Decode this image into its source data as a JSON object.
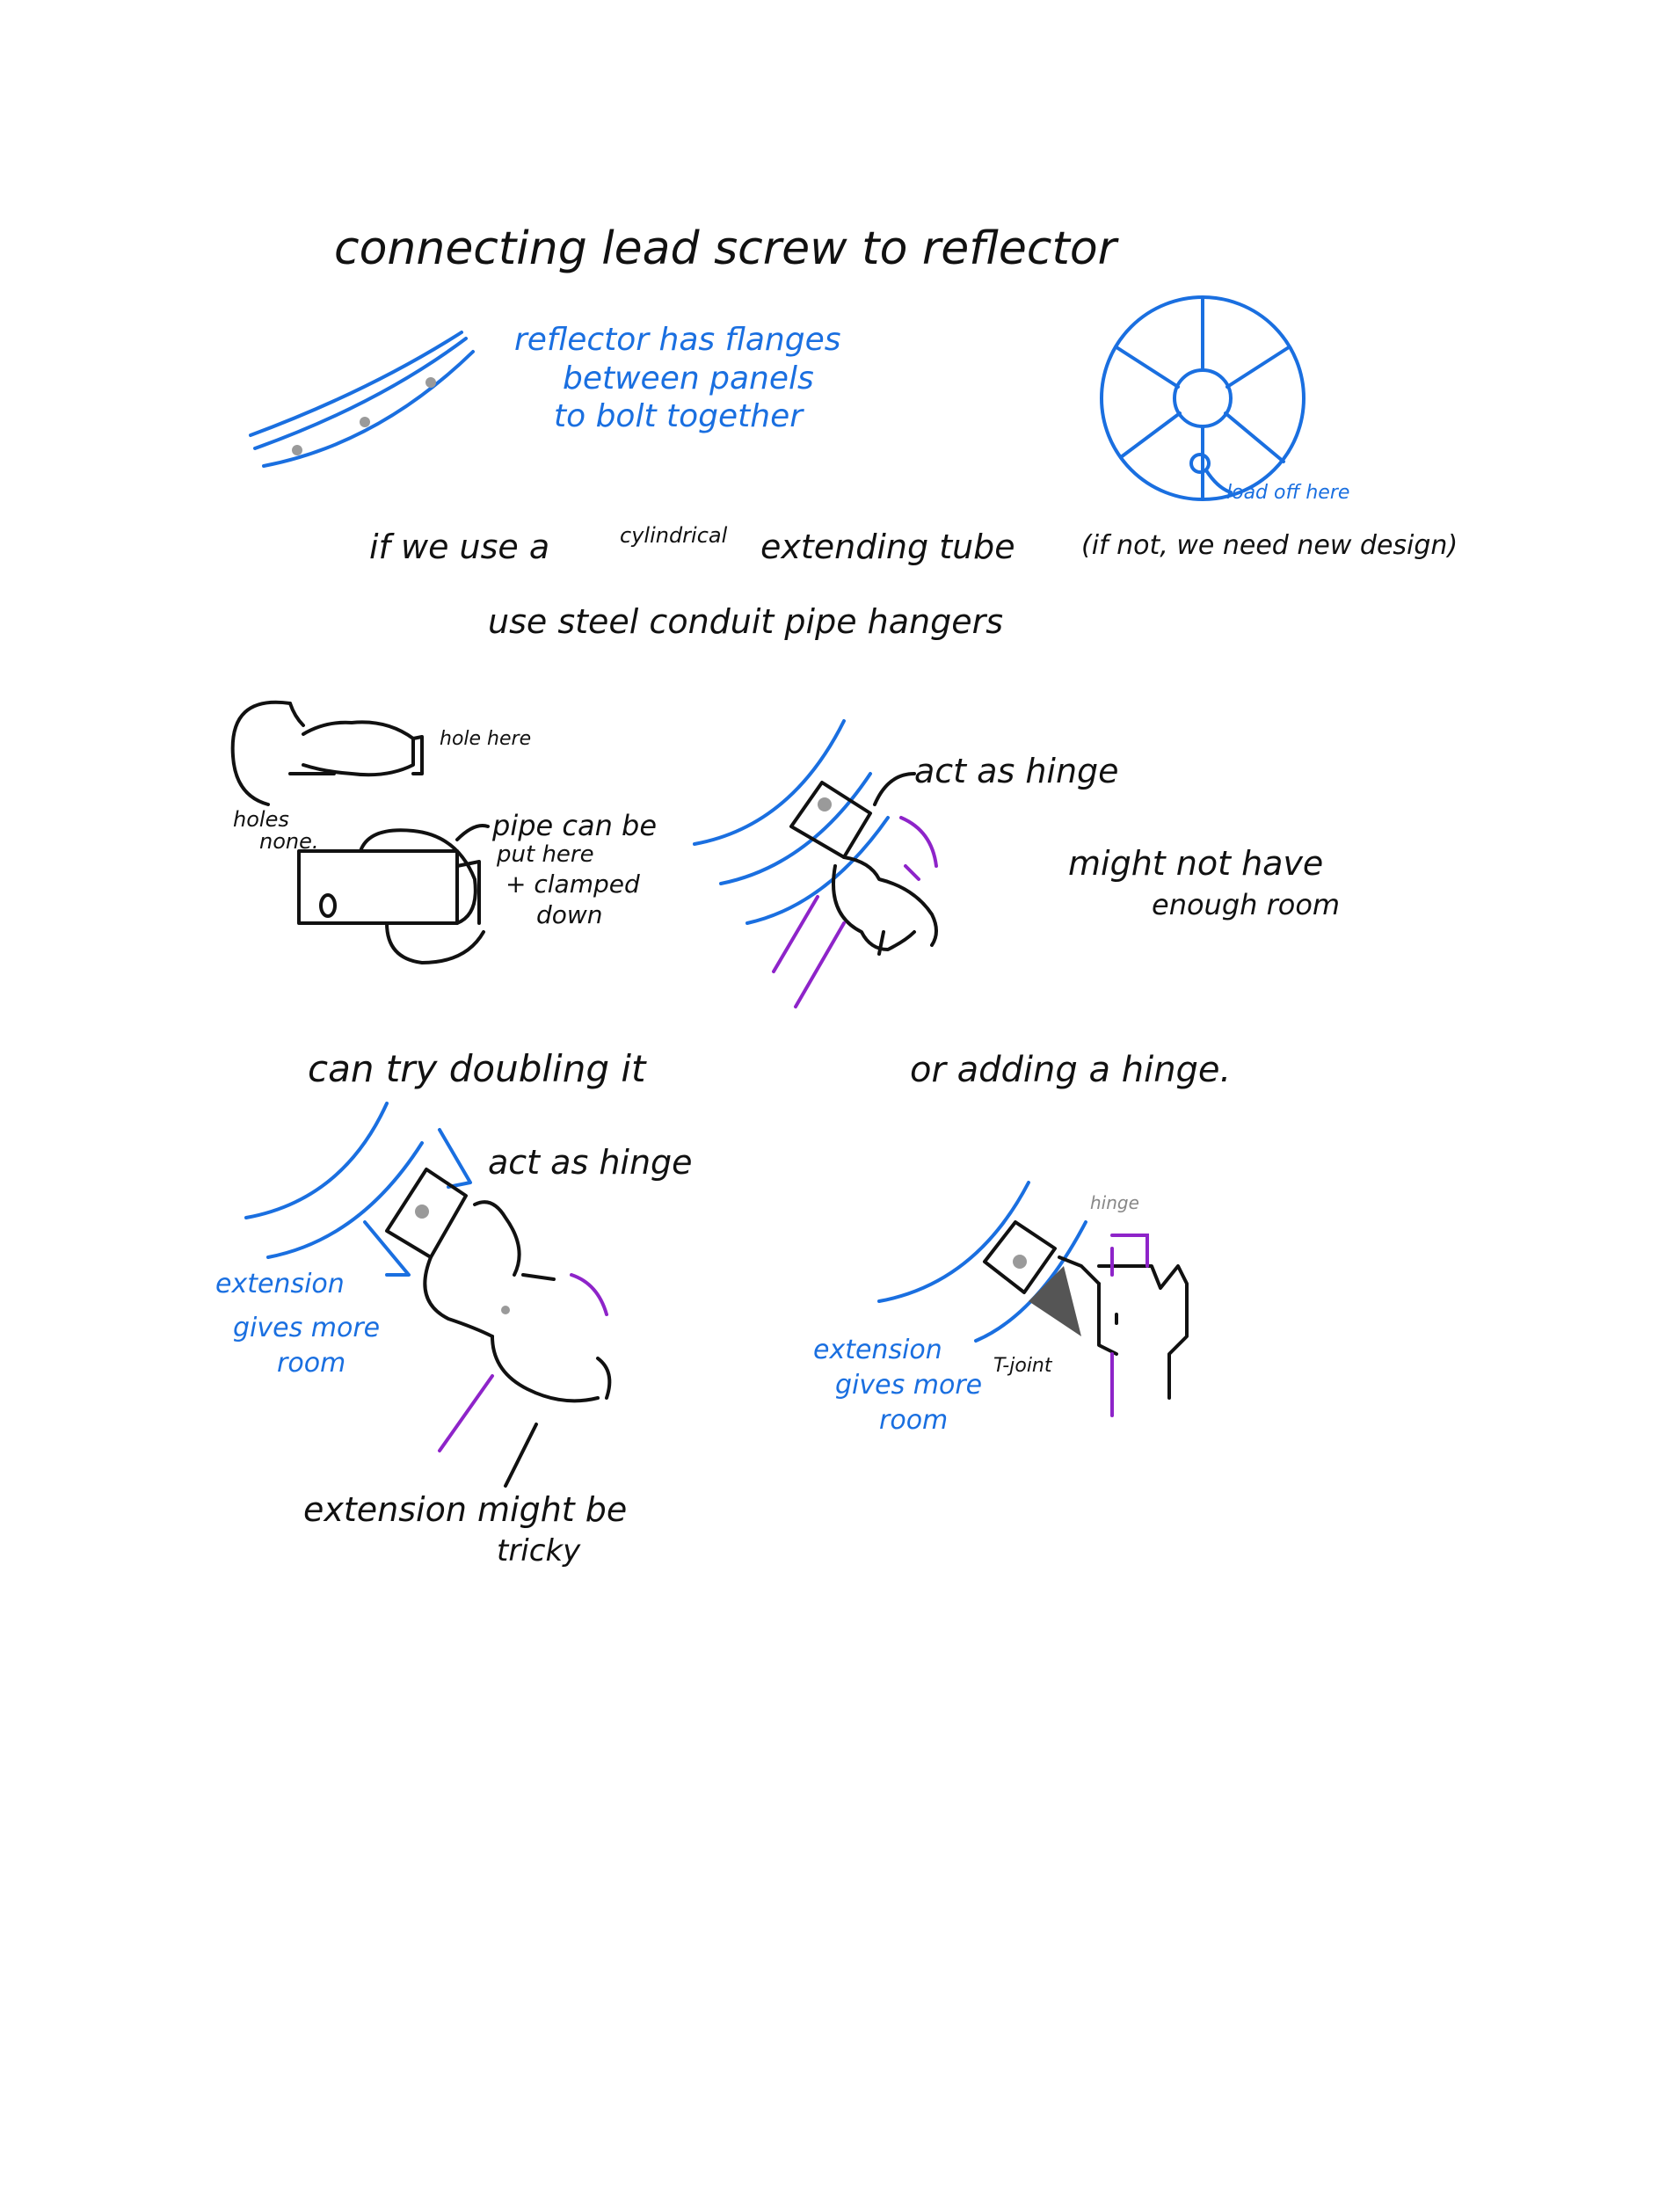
{
  "colors": {
    "black_ink": "#111111",
    "blue_ink": "#1a6fe0",
    "purple_ink": "#8e24c9",
    "gray_ink": "#888888"
  },
  "title": "connecting lead screw to reflector",
  "notes": {
    "flanges": [
      "reflector has flanges",
      "between panels",
      "to bolt together"
    ],
    "load_off": "load off here",
    "if_cylindrical": "if we use a",
    "cylindrical": "cylindrical",
    "extending_tube": "extending tube",
    "if_not": "(if not, we need new design)",
    "steel_conduit": "use steel conduit pipe hangers"
  },
  "hanger": {
    "hole_here": "hole here",
    "holes_none": [
      "holes",
      "none."
    ],
    "pipe_note": [
      "pipe can be",
      "put here",
      "+ clamped",
      "down"
    ]
  },
  "hinge1": {
    "acts_as_hinge": "act as hinge",
    "might_not": [
      "might not have",
      "enough room"
    ]
  },
  "doubling": {
    "heading": "can try doubling it",
    "acts_as_hinge": "act as hinge",
    "extension_note": [
      "extension",
      "gives more",
      "room"
    ],
    "tricky": [
      "extension might be",
      "tricky"
    ]
  },
  "adding_hinge": {
    "heading": "or adding a hinge.",
    "hinge_label": "hinge",
    "t_joint": "T-joint",
    "extension_note": [
      "extension",
      "gives more",
      "room"
    ]
  }
}
